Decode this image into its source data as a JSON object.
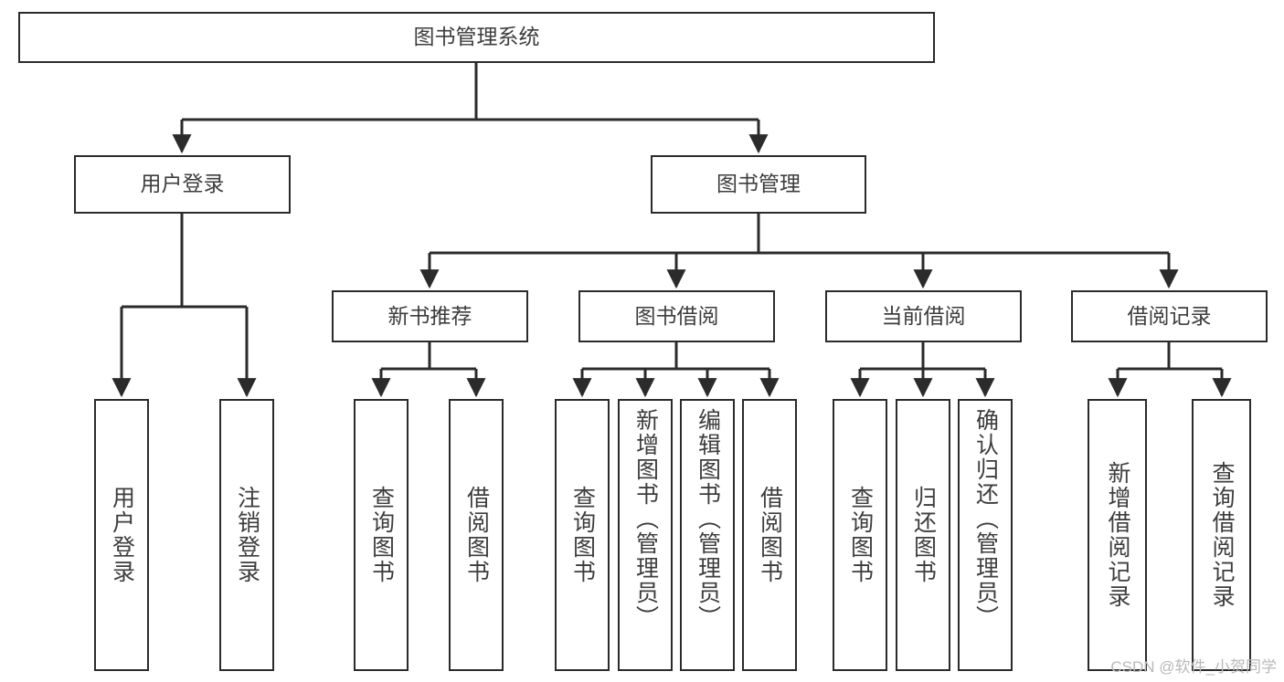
{
  "meta": {
    "title": "图书管理系统 功能结构图",
    "background_color": "#ffffff",
    "node_border_color": "#2b2b2b",
    "node_fill_color": "#ffffff",
    "text_color": "#3d3d3d",
    "edge_color": "#2b2b2b",
    "watermark_color": "#b9b9b9"
  },
  "watermark": {
    "text": "CSDN @软件_小贺同学"
  },
  "chart_data": {
    "type": "diagram",
    "diagram_kind": "tree / functional-structure-chart",
    "title": "图书管理系统",
    "orientation": "top-down",
    "levels": 4,
    "nodes": [
      {
        "id": "root",
        "label": "图书管理系统",
        "level": 0,
        "parent": null,
        "orient": "horizontal"
      },
      {
        "id": "n1",
        "label": "用户登录",
        "level": 1,
        "parent": "root",
        "orient": "horizontal"
      },
      {
        "id": "n2",
        "label": "图书管理",
        "level": 1,
        "parent": "root",
        "orient": "horizontal"
      },
      {
        "id": "n1a",
        "label": "用户登录",
        "level": 2,
        "parent": "n1",
        "orient": "vertical"
      },
      {
        "id": "n1b",
        "label": "注销登录",
        "level": 2,
        "parent": "n1",
        "orient": "vertical"
      },
      {
        "id": "n2a",
        "label": "新书推荐",
        "level": 2,
        "parent": "n2",
        "orient": "horizontal"
      },
      {
        "id": "n2b",
        "label": "图书借阅",
        "level": 2,
        "parent": "n2",
        "orient": "horizontal"
      },
      {
        "id": "n2c",
        "label": "当前借阅",
        "level": 2,
        "parent": "n2",
        "orient": "horizontal"
      },
      {
        "id": "n2d",
        "label": "借阅记录",
        "level": 2,
        "parent": "n2",
        "orient": "horizontal"
      },
      {
        "id": "n2a1",
        "label": "查询图书",
        "level": 3,
        "parent": "n2a",
        "orient": "vertical"
      },
      {
        "id": "n2a2",
        "label": "借阅图书",
        "level": 3,
        "parent": "n2a",
        "orient": "vertical"
      },
      {
        "id": "n2b1",
        "label": "查询图书",
        "level": 3,
        "parent": "n2b",
        "orient": "vertical"
      },
      {
        "id": "n2b2",
        "label": "新增图书（管理员）",
        "level": 3,
        "parent": "n2b",
        "orient": "vertical"
      },
      {
        "id": "n2b3",
        "label": "编辑图书（管理员）",
        "level": 3,
        "parent": "n2b",
        "orient": "vertical"
      },
      {
        "id": "n2b4",
        "label": "借阅图书",
        "level": 3,
        "parent": "n2b",
        "orient": "vertical"
      },
      {
        "id": "n2c1",
        "label": "查询图书",
        "level": 3,
        "parent": "n2c",
        "orient": "vertical"
      },
      {
        "id": "n2c2",
        "label": "归还图书",
        "level": 3,
        "parent": "n2c",
        "orient": "vertical"
      },
      {
        "id": "n2c3",
        "label": "确认归还（管理员）",
        "level": 3,
        "parent": "n2c",
        "orient": "vertical"
      },
      {
        "id": "n2d1",
        "label": "新增借阅记录",
        "level": 3,
        "parent": "n2d",
        "orient": "vertical"
      },
      {
        "id": "n2d2",
        "label": "查询借阅记录",
        "level": 3,
        "parent": "n2d",
        "orient": "vertical"
      }
    ],
    "edges": [
      {
        "from": "root",
        "to": "n1"
      },
      {
        "from": "root",
        "to": "n2"
      },
      {
        "from": "n1",
        "to": "n1a"
      },
      {
        "from": "n1",
        "to": "n1b"
      },
      {
        "from": "n2",
        "to": "n2a"
      },
      {
        "from": "n2",
        "to": "n2b"
      },
      {
        "from": "n2",
        "to": "n2c"
      },
      {
        "from": "n2",
        "to": "n2d"
      },
      {
        "from": "n2a",
        "to": "n2a1"
      },
      {
        "from": "n2a",
        "to": "n2a2"
      },
      {
        "from": "n2b",
        "to": "n2b1"
      },
      {
        "from": "n2b",
        "to": "n2b2"
      },
      {
        "from": "n2b",
        "to": "n2b3"
      },
      {
        "from": "n2b",
        "to": "n2b4"
      },
      {
        "from": "n2c",
        "to": "n2c1"
      },
      {
        "from": "n2c",
        "to": "n2c2"
      },
      {
        "from": "n2c",
        "to": "n2c3"
      },
      {
        "from": "n2d",
        "to": "n2d1"
      },
      {
        "from": "n2d",
        "to": "n2d2"
      }
    ]
  },
  "nodes": {
    "root": {
      "label": "图书管理系统"
    },
    "n1": {
      "label": "用户登录"
    },
    "n2": {
      "label": "图书管理"
    },
    "n1a": {
      "label": "用户登录"
    },
    "n1b": {
      "label": "注销登录"
    },
    "n2a": {
      "label": "新书推荐"
    },
    "n2b": {
      "label": "图书借阅"
    },
    "n2c": {
      "label": "当前借阅"
    },
    "n2d": {
      "label": "借阅记录"
    },
    "n2a1": {
      "label": "查询图书"
    },
    "n2a2": {
      "label": "借阅图书"
    },
    "n2b1": {
      "label": "查询图书"
    },
    "n2b2": {
      "label": "新增图书（管理员）"
    },
    "n2b3": {
      "label": "编辑图书（管理员）"
    },
    "n2b4": {
      "label": "借阅图书"
    },
    "n2c1": {
      "label": "查询图书"
    },
    "n2c2": {
      "label": "归还图书"
    },
    "n2c3": {
      "label": "确认归还（管理员）"
    },
    "n2d1": {
      "label": "新增借阅记录"
    },
    "n2d2": {
      "label": "查询借阅记录"
    }
  }
}
